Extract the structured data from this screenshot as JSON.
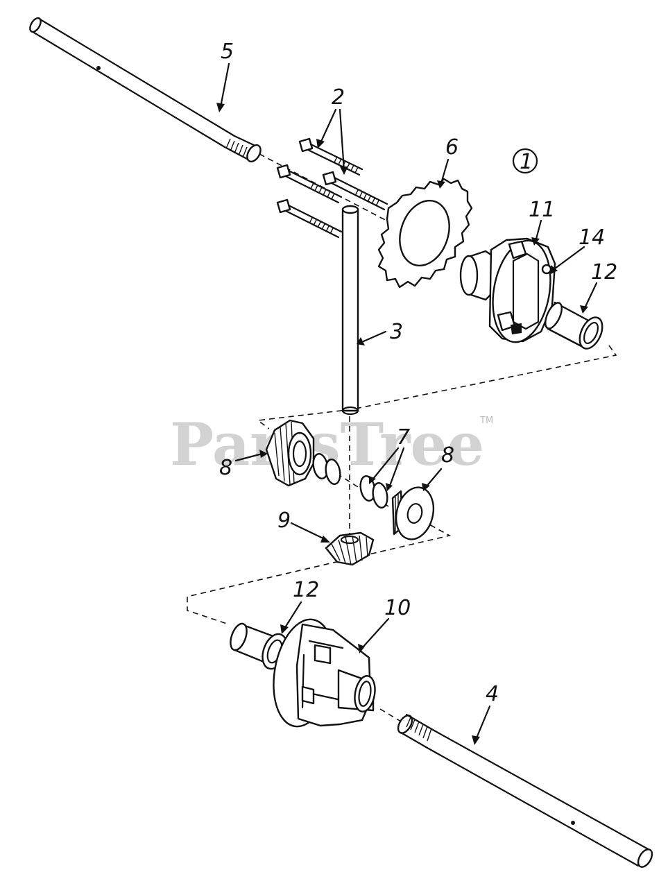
{
  "watermark": {
    "text": "PartsTree",
    "trademark": "TM"
  },
  "diagram_ref": "1",
  "callouts": [
    {
      "id": "5",
      "part": "axle-shaft-upper"
    },
    {
      "id": "2",
      "part": "bolts"
    },
    {
      "id": "6",
      "part": "sprocket"
    },
    {
      "id": "11",
      "part": "differential-housing-right"
    },
    {
      "id": "14",
      "part": "housing-hole"
    },
    {
      "id": "12",
      "part": "bushing-right"
    },
    {
      "id": "3",
      "part": "pin"
    },
    {
      "id": "8",
      "part": "bevel-gear-left"
    },
    {
      "id": "7",
      "part": "washers"
    },
    {
      "id": "8",
      "part": "bevel-gear-right"
    },
    {
      "id": "9",
      "part": "pinion-gear"
    },
    {
      "id": "12",
      "part": "bushing-left"
    },
    {
      "id": "10",
      "part": "differential-housing-left"
    },
    {
      "id": "4",
      "part": "axle-shaft-lower"
    }
  ]
}
